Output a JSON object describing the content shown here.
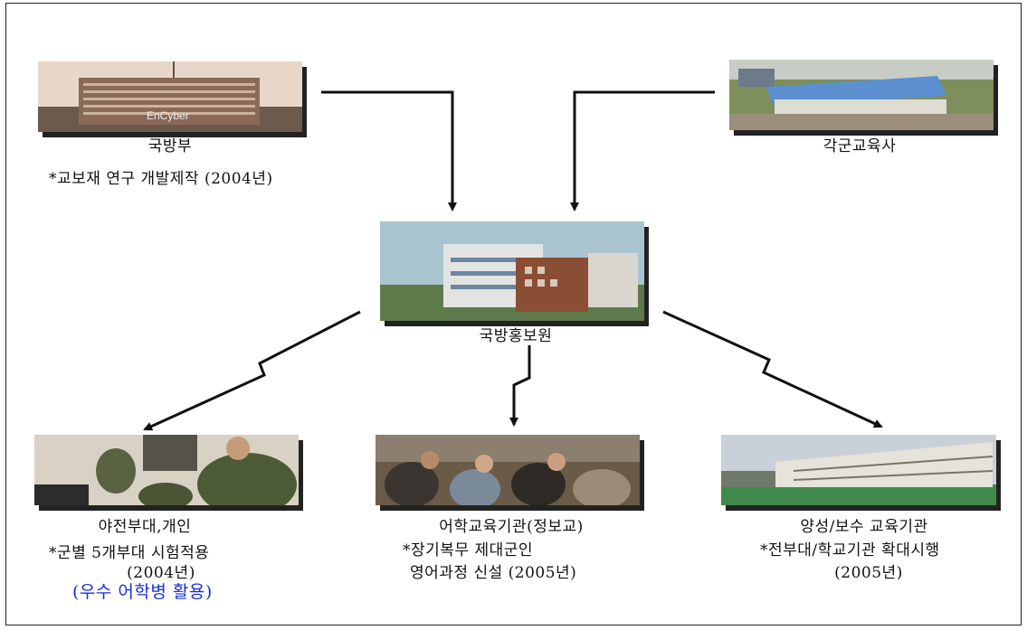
{
  "nodes": {
    "mnd": {
      "name": "국방부",
      "note": "*교보재 연구 개발제작 (2004년)",
      "sign_text": "EnCyber"
    },
    "schools": {
      "name": "각군교육사"
    },
    "center": {
      "name": "국방홍보원"
    },
    "field": {
      "name": "야전부대,개인",
      "note_line1": "*군별 5개부대 시험적용",
      "note_line2": "(2004년)",
      "note_line3": "(우수 어학병 활용)"
    },
    "language": {
      "name": "어학교육기관(정보교)",
      "note_line1": "*장기복무 제대군인",
      "note_line2": "영어과정 신설 (2005년)"
    },
    "training": {
      "name": "양성/보수 교육기관",
      "note_line1": "*전부대/학교기관 확대시행",
      "note_line2": "(2005년)"
    }
  },
  "colors": {
    "line": "#111111",
    "accent_text": "#1a2fd8"
  }
}
